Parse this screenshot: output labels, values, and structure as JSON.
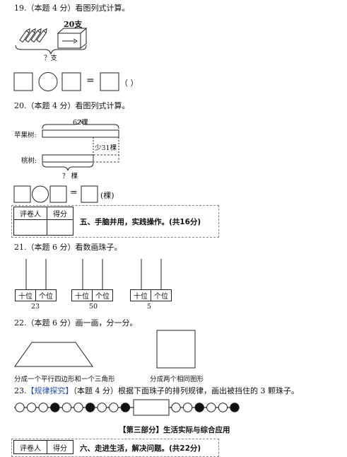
{
  "q19": {
    "title": "19.（本题 4 分）看图列式计算。",
    "box_label": "20支",
    "bottom_label": "？支",
    "eq_sign": "=",
    "paren": "（    ）"
  },
  "q20": {
    "title": "20.（本题 4 分）看图列式计算。",
    "top_label": "62棵",
    "apple_label": "苹果树:",
    "peach_label": "桃树:",
    "diff_label": "少31棵",
    "bottom_label": "？ 棵",
    "eq_sign": "=",
    "unit": "(棵)"
  },
  "section5": {
    "grader": "评卷人",
    "score": "得分",
    "title": "五、手脑并用，实践操作。(共16分)"
  },
  "q21": {
    "title": "21.（本题 6 分）看数画珠子。",
    "abacus": [
      {
        "tens": "十位",
        "ones": "个位",
        "number": "23"
      },
      {
        "tens": "十位",
        "ones": "个位",
        "number": "50"
      },
      {
        "tens": "十位",
        "ones": "个位",
        "number": "5"
      }
    ]
  },
  "q22": {
    "title": "22.（本题 6 分）画一画，分一分。",
    "caption_left": "分成一个平行四边形和一个三角形",
    "caption_right": "分成两个相同图形"
  },
  "q23": {
    "title_prefix": "23.",
    "tag": "【规律探究】",
    "title_rest": "（本题 4 分）根据下面珠子的排列规律，画出被挡住的 3 颗珠子。",
    "beads": [
      "white",
      "white",
      "white",
      "black",
      "white",
      "white",
      "black",
      "white",
      "white",
      "black",
      "hidden",
      "white",
      "white",
      "black",
      "white",
      "white",
      "black"
    ]
  },
  "part3": {
    "heading": "【第三部分】生活实际与综合应用"
  },
  "section6": {
    "grader": "评卷人",
    "score": "得分",
    "title": "六、走进生活，解决问题。(共22分)"
  }
}
